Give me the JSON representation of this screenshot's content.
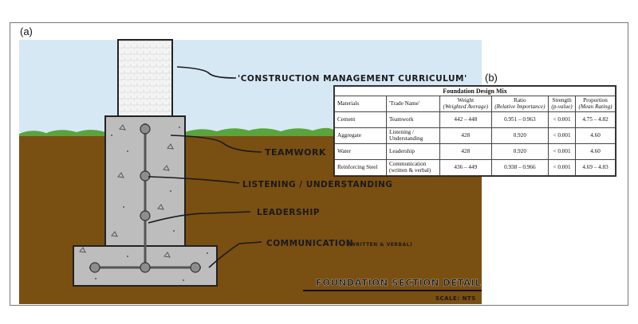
{
  "panels": {
    "a": "(a)",
    "b": "(b)"
  },
  "diagram": {
    "labels": {
      "curriculum": "'CONSTRUCTION MANAGEMENT CURRICULUM'",
      "teamwork": "TEAMWORK",
      "listening": "LISTENING / UNDERSTANDING",
      "leadership": "LEADERSHIP",
      "communication": "COMMUNICATION",
      "communication_note": "(WRITTEN & VERBAL)"
    },
    "title": "FOUNDATION SECTION DETAIL",
    "scale": "SCALE: NTS",
    "colors": {
      "sky": "#d7e8f5",
      "grass": "#5aa43c",
      "soil": "#7a4f12",
      "concrete": "#bdbdbd"
    }
  },
  "table": {
    "caption": "Foundation Design Mix",
    "headers": [
      {
        "main": "Materials",
        "sub": ""
      },
      {
        "main": "'Trade Name'",
        "sub": ""
      },
      {
        "main": "Weight",
        "sub": "(Weighted Average)"
      },
      {
        "main": "Ratio",
        "sub": "(Relative Importance)"
      },
      {
        "main": "Strength",
        "sub": "(p-value)"
      },
      {
        "main": "Proportion",
        "sub": "(Mean Rating)"
      }
    ],
    "rows": [
      [
        "Cement",
        "Teamwork",
        "442 – 448",
        "0.951 – 0.963",
        "< 0.001",
        "4.75 – 4.82"
      ],
      [
        "Aggregate",
        "Listening / Understanding",
        "428",
        "0.920",
        "< 0.001",
        "4.60"
      ],
      [
        "Water",
        "Leadership",
        "428",
        "0.920",
        "< 0.001",
        "4.60"
      ],
      [
        "Reinforcing Steel",
        "Communication (written & verbal)",
        "436 – 449",
        "0.938 – 0.966",
        "< 0.001",
        "4.69 – 4.83"
      ]
    ]
  }
}
